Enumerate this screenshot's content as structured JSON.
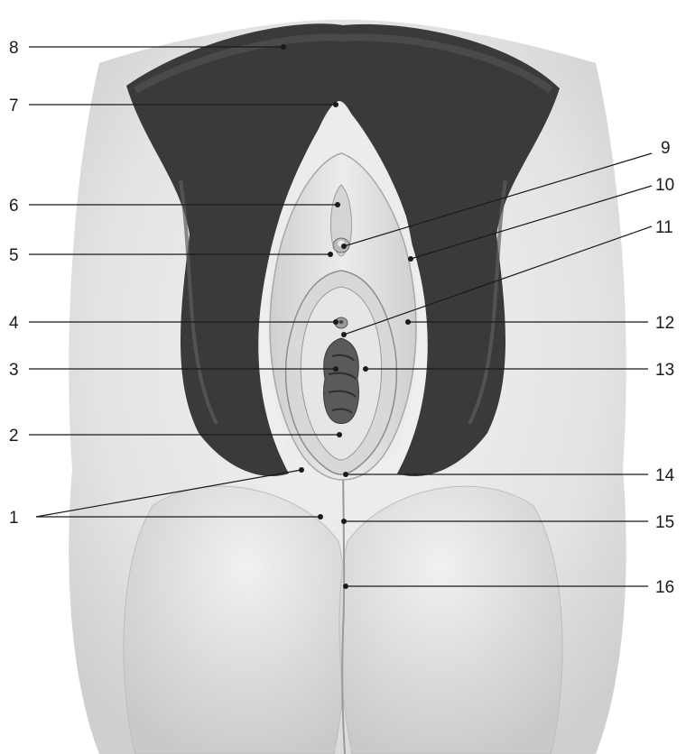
{
  "figure": {
    "callouts": [
      {
        "id": "1",
        "label": "1"
      },
      {
        "id": "2",
        "label": "2"
      },
      {
        "id": "3",
        "label": "3"
      },
      {
        "id": "4",
        "label": "4"
      },
      {
        "id": "5",
        "label": "5"
      },
      {
        "id": "6",
        "label": "6"
      },
      {
        "id": "7",
        "label": "7"
      },
      {
        "id": "8",
        "label": "8"
      },
      {
        "id": "9",
        "label": "9"
      },
      {
        "id": "10",
        "label": "10"
      },
      {
        "id": "11",
        "label": "11"
      },
      {
        "id": "12",
        "label": "12"
      },
      {
        "id": "13",
        "label": "13"
      },
      {
        "id": "14",
        "label": "14"
      },
      {
        "id": "15",
        "label": "15"
      },
      {
        "id": "16",
        "label": "16"
      }
    ]
  }
}
